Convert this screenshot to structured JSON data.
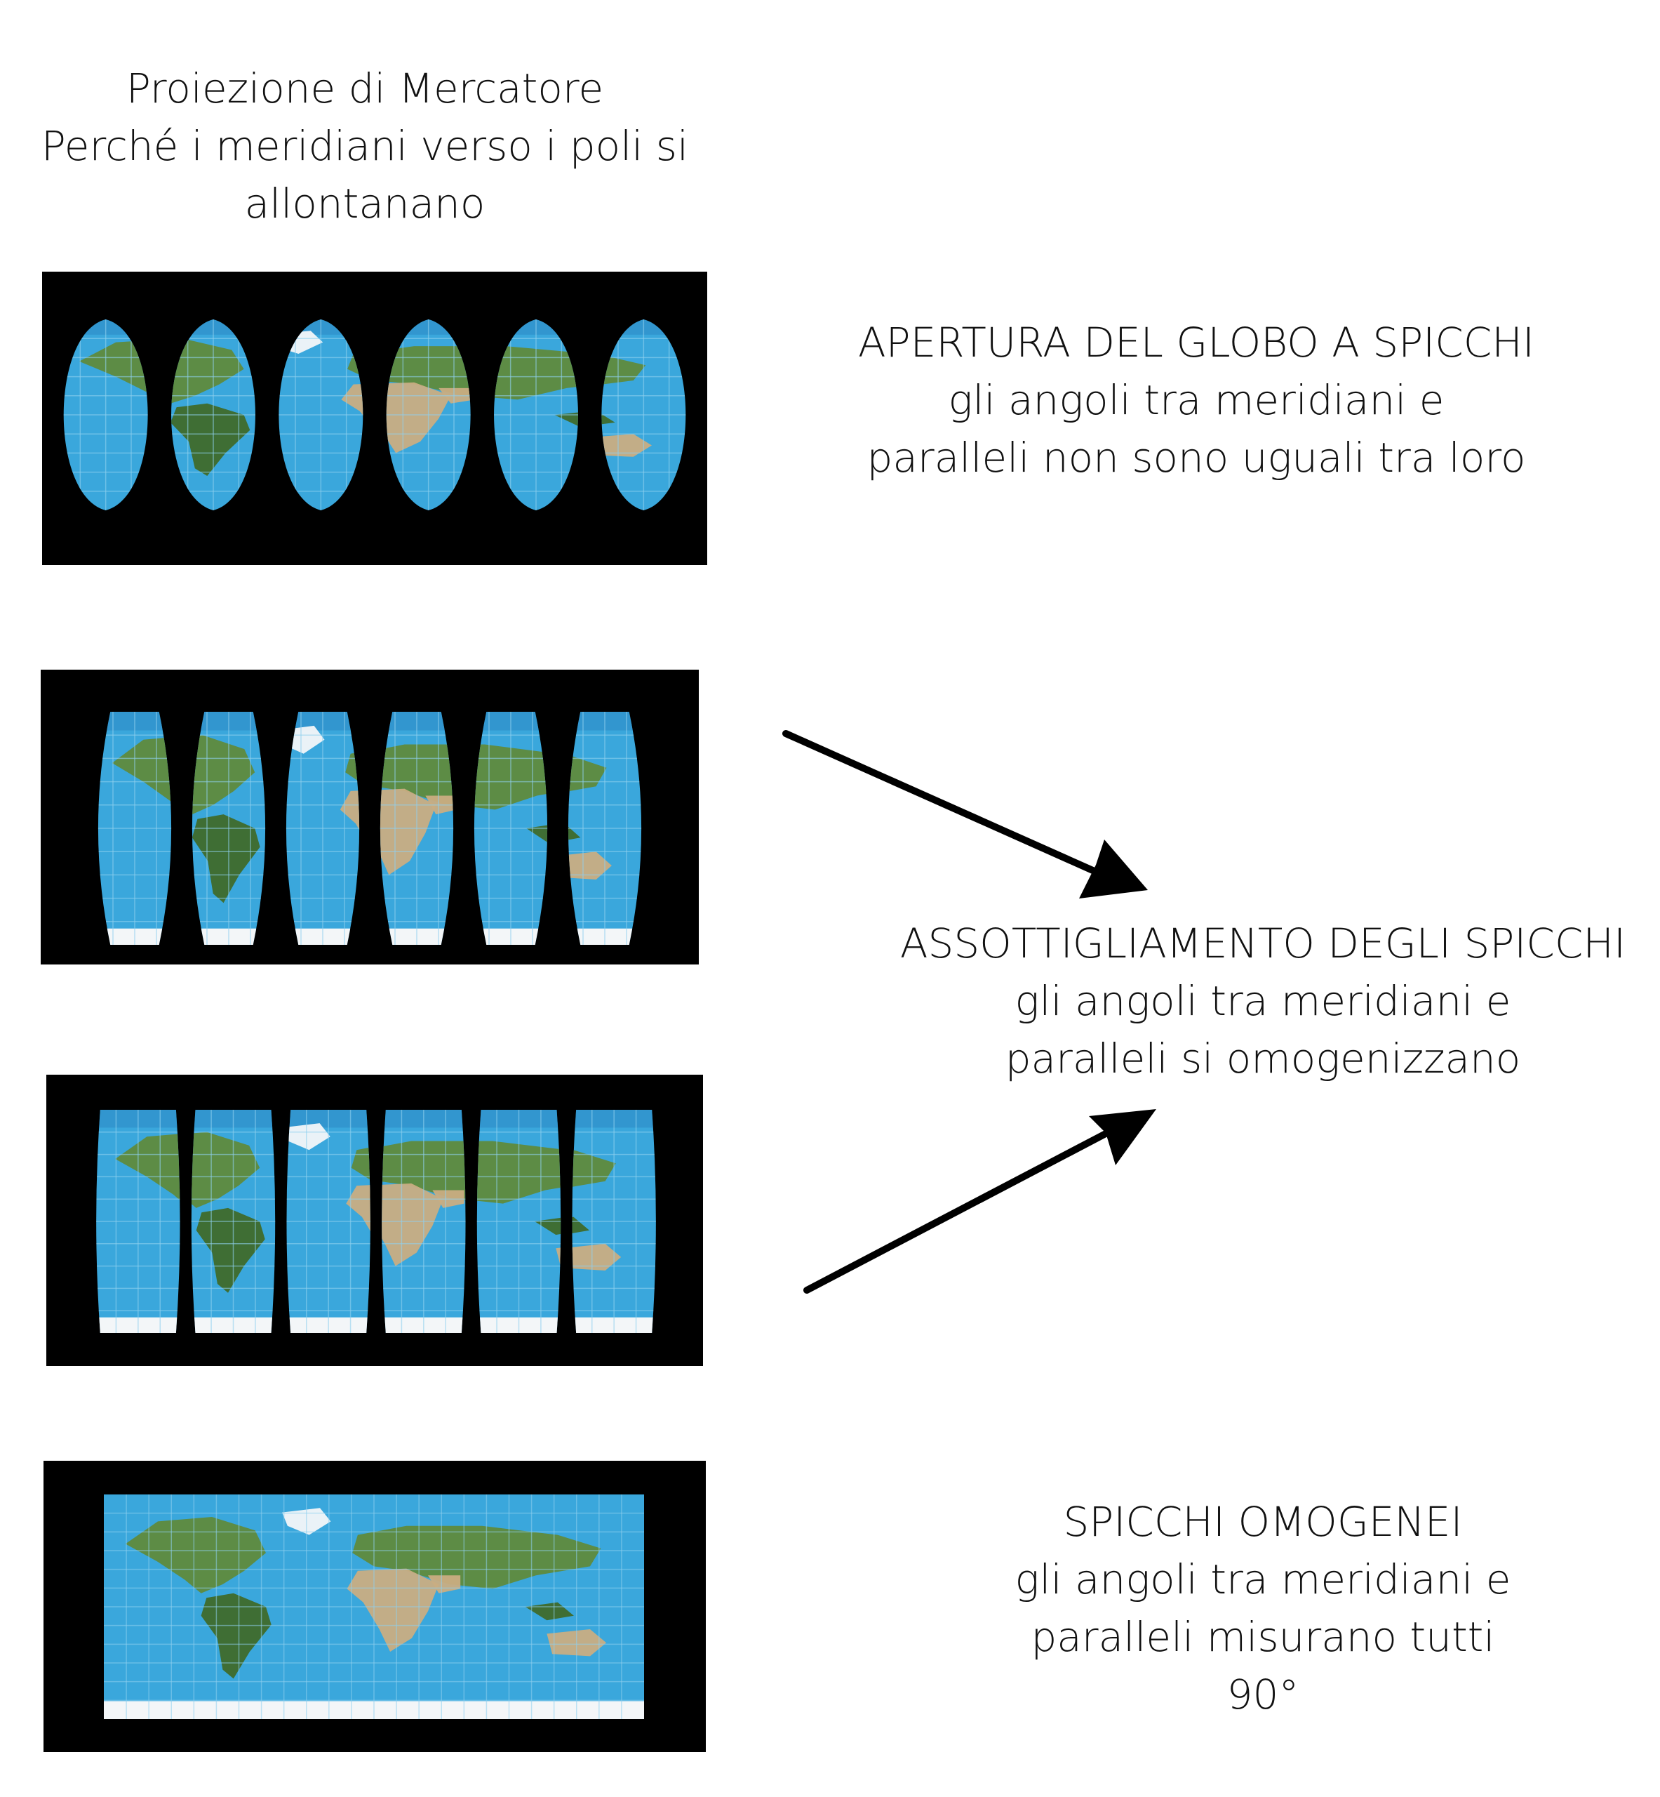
{
  "title": {
    "lines": [
      "Proiezione di Mercatore",
      "Perché i meridiani verso i poli si",
      "allontanano"
    ]
  },
  "steps": [
    {
      "heading": "APERTURA DEL GLOBO A SPICCHI",
      "lines": [
        "gli angoli tra meridiani e",
        "paralleli non sono uguali tra loro"
      ]
    },
    {
      "heading": "ASSOTTIGLIAMENTO DEGLI SPICCHI",
      "lines": [
        "gli angoli tra meridiani e",
        "paralleli si omogenizzano"
      ]
    },
    {
      "heading": "SPICCHI OMOGENEI",
      "lines": [
        "gli angoli tra meridiani e",
        "paralleli misurano tutti",
        "90°"
      ]
    }
  ],
  "colors": {
    "ocean": "#3aa7dc",
    "ocean_dark": "#2a86c2",
    "land_green": "#5f8a3c",
    "land_dark": "#3f6a2a",
    "desert": "#c9ad82",
    "ice": "#f3f6f8",
    "grid": "#8fd0ef",
    "panel_bg": "#000000",
    "arrow": "#000000"
  }
}
